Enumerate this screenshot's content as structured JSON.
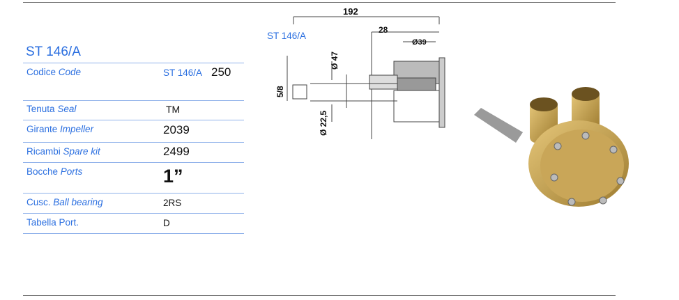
{
  "product": {
    "title": "ST 146/A"
  },
  "specs": [
    {
      "label": "Codice",
      "label_en": "Code",
      "value_prefix": "ST 146/A",
      "value": "250"
    },
    {
      "label": "Tenuta",
      "label_en": "Seal",
      "value": "TM"
    },
    {
      "label": "Girante",
      "label_en": "Impeller",
      "value": "2039"
    },
    {
      "label": "Ricambi",
      "label_en": "Spare kit",
      "value": "2499"
    },
    {
      "label": "Bocche",
      "label_en": "Ports",
      "value": "1”"
    },
    {
      "label": "Cusc.",
      "label_en": "Ball bearing",
      "value": "2RS"
    },
    {
      "label": "Tabella Port.",
      "label_en": "",
      "value": "D"
    }
  ],
  "drawing": {
    "title": "ST 146/A",
    "dims": {
      "total": "192",
      "flange": "28",
      "d39": "Ø39",
      "d47": "Ø 47",
      "d22": "Ø 22,5",
      "shaft": "5/8"
    }
  }
}
